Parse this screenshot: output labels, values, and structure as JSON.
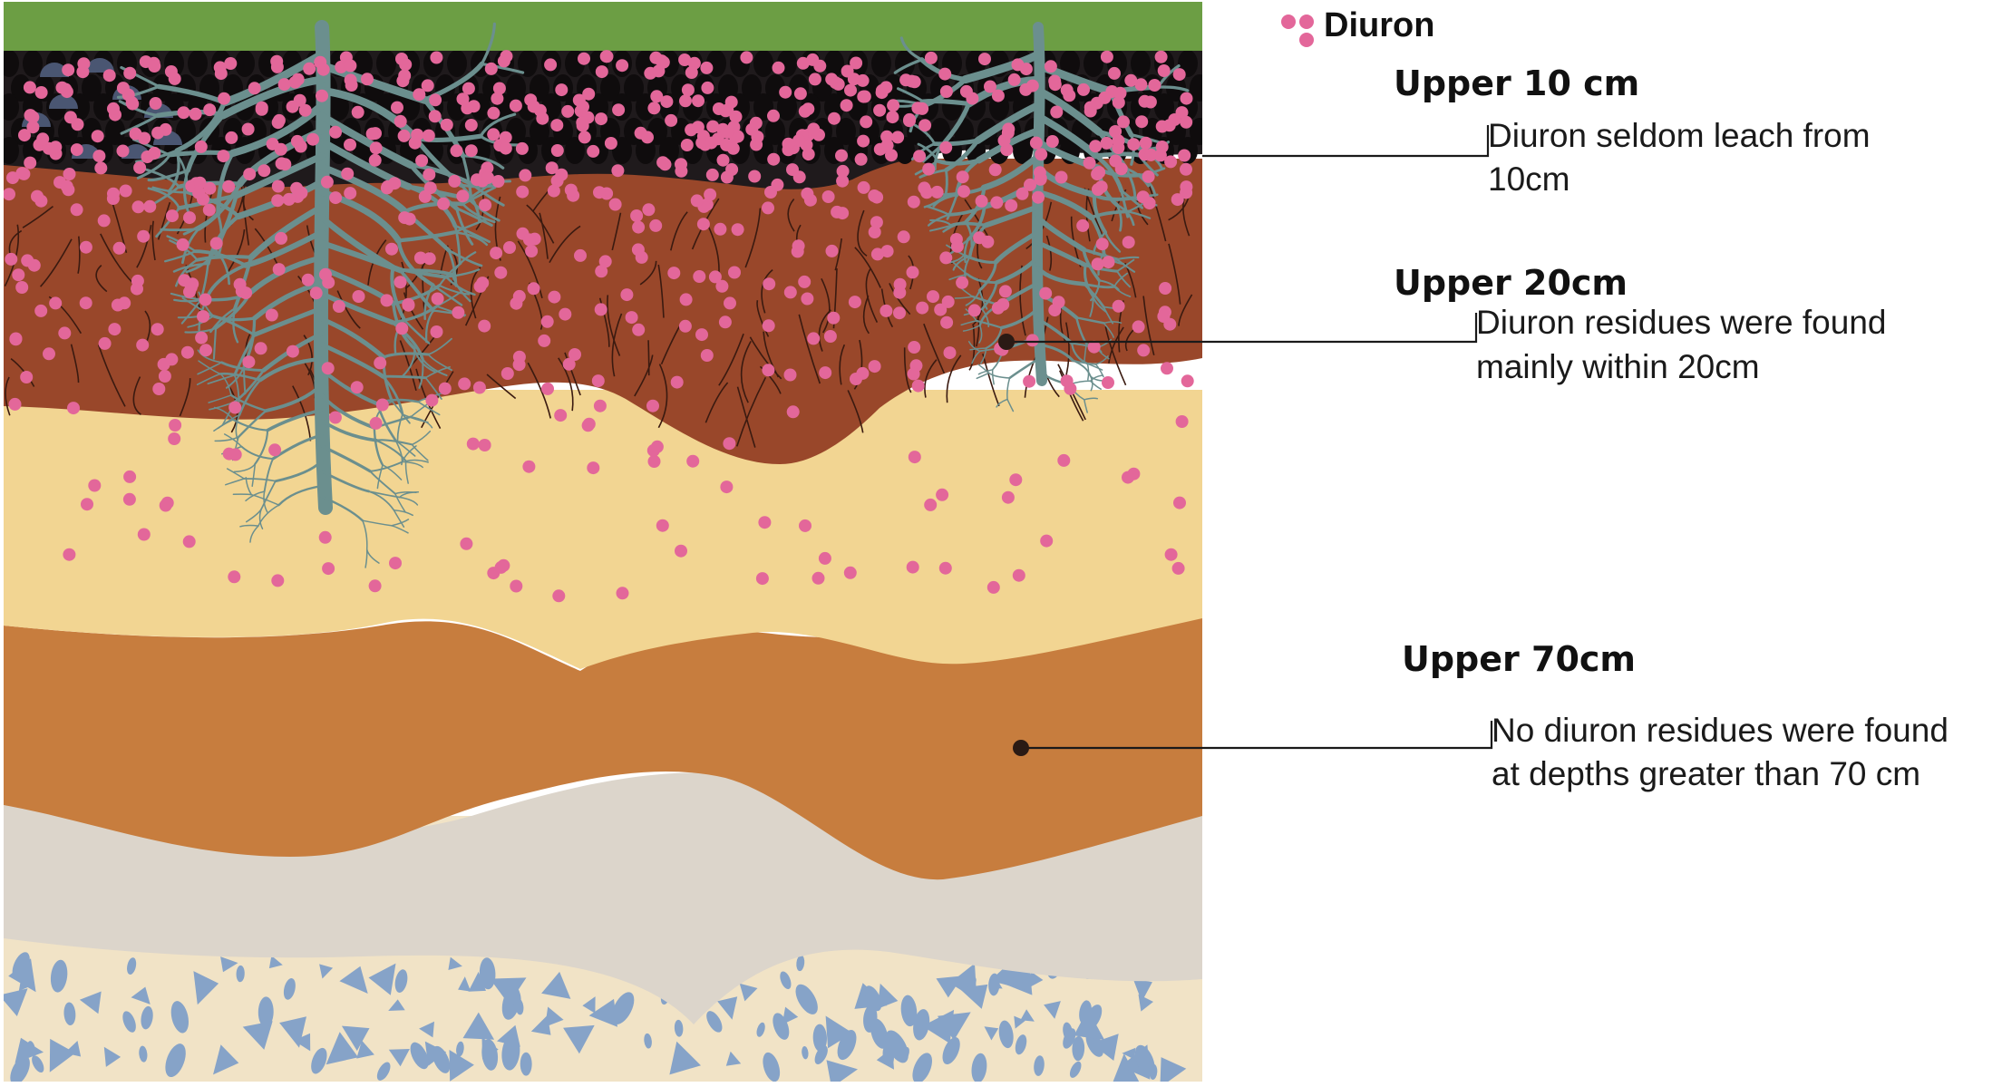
{
  "legend": {
    "label": "Diuron",
    "icon": "pink-dots-icon",
    "dot_color": "#e3679a"
  },
  "annotations": [
    {
      "id": "upper-10",
      "heading": "Upper 10 cm",
      "lines": [
        "Diuron seldom leach from",
        "10cm"
      ]
    },
    {
      "id": "upper-20",
      "heading": "Upper 20cm",
      "lines": [
        "Diuron residues were found",
        "mainly within 20cm"
      ]
    },
    {
      "id": "upper-70",
      "heading": "Upper 70cm",
      "lines": [
        "No diuron residues were found",
        "at depths greater than 70 cm"
      ]
    }
  ],
  "colors": {
    "grass": "#6c9e44",
    "topsoil": "#1f1a1c",
    "clay": "#99472a",
    "sand": "#f2d592",
    "orange_soil": "#c77d3e",
    "grey_layer": "#dcd5cb",
    "bedrock": "#f1e3c6",
    "rock": "#86a3c8",
    "root": "#6b8f8e",
    "diuron": "#e3679a"
  }
}
